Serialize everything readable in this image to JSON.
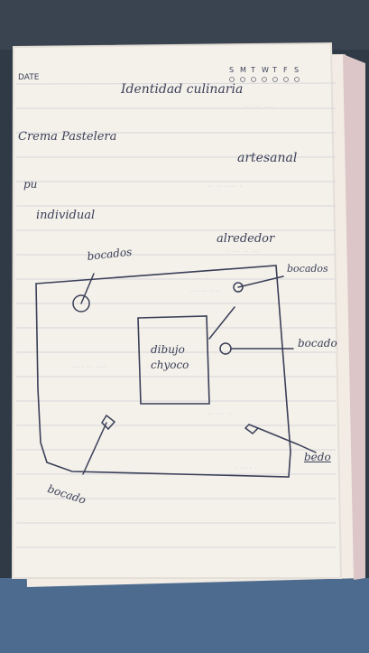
{
  "notebook": {
    "header": {
      "date_label": "DATE",
      "weekdays": [
        "S",
        "M",
        "T",
        "W",
        "T",
        "F",
        "S"
      ]
    },
    "title": "Identidad culinaria",
    "lines": {
      "line1": "Crema Pastelera",
      "line2": "artesanal",
      "line3": "pu",
      "line4": "individual"
    },
    "diagram": {
      "label_bocados_top": "bocados",
      "label_alrededor": "alrededor",
      "label_bocados_right": "bocados",
      "center_box_line1": "dibujo",
      "center_box_line2": "chyoco",
      "label_bocado_right": "bocado",
      "label_bocado_bottom_left": "bocado",
      "label_bottom_right": "bedo"
    }
  },
  "colors": {
    "background_dark": "#2f3a46",
    "page_paper": "#f4f1ea",
    "ink": "#3a3f58",
    "ruling": "#d7d8dc",
    "cover_spine": "#d9c2c7"
  }
}
